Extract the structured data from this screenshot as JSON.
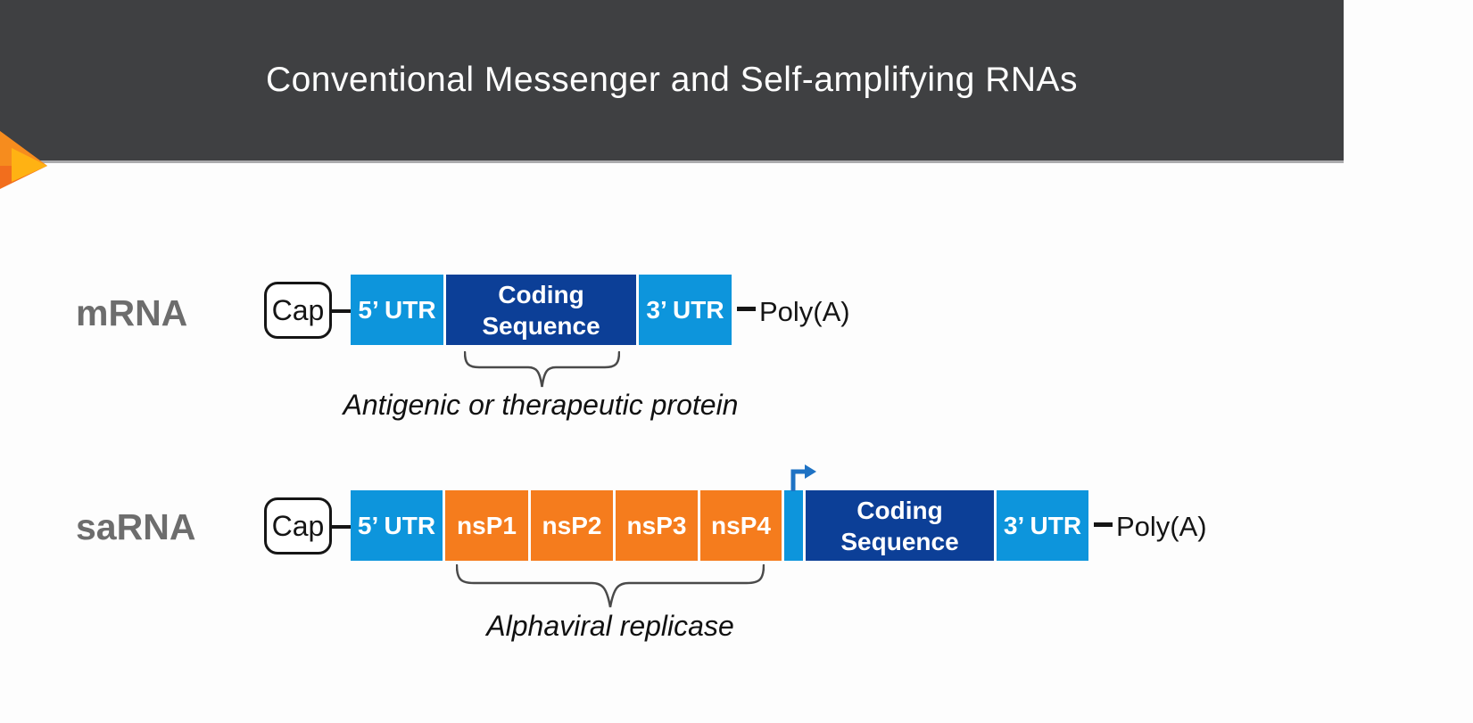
{
  "title_bar": {
    "title": "Conventional Messenger and Self-amplifying RNAs",
    "background_color": "#3f4042",
    "text_color": "#ffffff"
  },
  "palette": {
    "light_blue": "#0d95dc",
    "dark_blue": "#0c3f97",
    "orange": "#f57c1d",
    "promoter_arrow_blue": "#1e72c4",
    "row_label_gray": "#6d6d6d",
    "accent_arrow_orange": "#f26e1d",
    "accent_arrow_amber": "#ffb213",
    "brace_gray": "#4a4a4a"
  },
  "mrna_row": {
    "label": "mRNA",
    "cap_label": "Cap",
    "segments": [
      {
        "label": "5’ UTR",
        "color": "light_blue"
      },
      {
        "label": "Coding Sequence",
        "color": "dark_blue"
      },
      {
        "label": "3’ UTR",
        "color": "light_blue"
      }
    ],
    "poly_a_label": "Poly(A)",
    "brace_caption": "Antigenic or therapeutic protein"
  },
  "sarna_row": {
    "label": "saRNA",
    "cap_label": "Cap",
    "segments": [
      {
        "label": "5’ UTR",
        "color": "light_blue"
      },
      {
        "label": "nsP1",
        "color": "orange"
      },
      {
        "label": "nsP2",
        "color": "orange"
      },
      {
        "label": "nsP3",
        "color": "orange"
      },
      {
        "label": "nsP4",
        "color": "orange"
      },
      {
        "label": "",
        "color": "light_blue"
      },
      {
        "label": "Coding Sequence",
        "color": "dark_blue"
      },
      {
        "label": "3’ UTR",
        "color": "light_blue"
      }
    ],
    "poly_a_label": "Poly(A)",
    "brace_caption": "Alphaviral replicase"
  }
}
